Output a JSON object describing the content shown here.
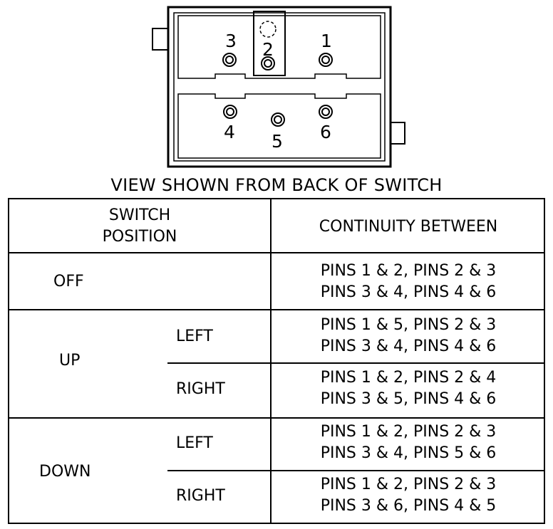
{
  "diagram": {
    "pins": [
      {
        "id": "pin-1",
        "label": "1"
      },
      {
        "id": "pin-2",
        "label": "2"
      },
      {
        "id": "pin-3",
        "label": "3"
      },
      {
        "id": "pin-4",
        "label": "4"
      },
      {
        "id": "pin-5",
        "label": "5"
      },
      {
        "id": "pin-6",
        "label": "6"
      }
    ],
    "caption": "VIEW SHOWN FROM BACK OF SWITCH"
  },
  "table": {
    "header": {
      "position_line1": "SWITCH",
      "position_line2": "POSITION",
      "continuity": "CONTINUITY BETWEEN"
    },
    "rows": [
      {
        "position": "OFF",
        "sub": "",
        "continuity": [
          "PINS 1 & 2, PINS 2 & 3",
          "PINS 3 & 4, PINS 4 & 6"
        ]
      },
      {
        "position": "UP",
        "sub": "LEFT",
        "continuity": [
          "PINS 1 & 5, PINS 2 & 3",
          "PINS 3 & 4, PINS 4 & 6"
        ]
      },
      {
        "position": "UP",
        "sub": "RIGHT",
        "continuity": [
          "PINS 1 & 2, PINS 2 & 4",
          "PINS 3 & 5, PINS 4 & 6"
        ]
      },
      {
        "position": "DOWN",
        "sub": "LEFT",
        "continuity": [
          "PINS 1 & 2, PINS 2 & 3",
          "PINS 3 & 4, PINS 5 & 6"
        ]
      },
      {
        "position": "DOWN",
        "sub": "RIGHT",
        "continuity": [
          "PINS 1 & 2, PINS 2 & 3",
          "PINS 3 & 6, PINS 4 & 5"
        ]
      }
    ]
  }
}
